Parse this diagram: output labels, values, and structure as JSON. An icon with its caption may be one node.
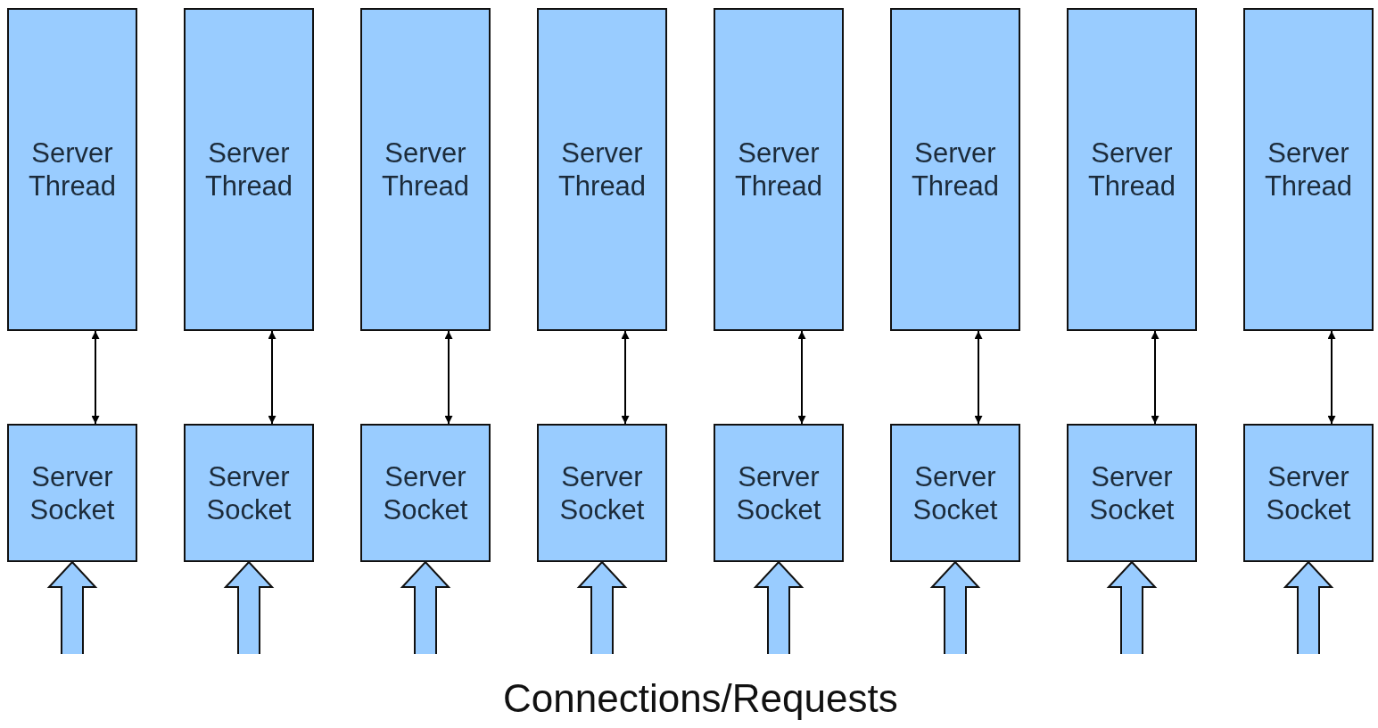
{
  "diagram": {
    "nodes": [
      {
        "text": [
          "Server Thread"
        ]
      },
      {
        "text": [
          "Server Thread"
        ]
      },
      {
        "text": [
          "Server Thread"
        ]
      },
      {
        "text": [
          "Server Thread"
        ]
      },
      {
        "text": [
          "Server Thread"
        ]
      },
      {
        "text": [
          "Server Thread"
        ]
      },
      {
        "text": [
          "Server Thread"
        ]
      },
      {
        "text": [
          "Server Thread"
        ]
      },
      {
        "text": [
          "Server Socket"
        ]
      },
      {
        "text": [
          "Server Socket"
        ]
      },
      {
        "text": [
          "Server Socket"
        ]
      },
      {
        "text": [
          "Server Socket"
        ]
      },
      {
        "text": [
          "Server Socket"
        ]
      },
      {
        "text": [
          "Server Socket"
        ]
      },
      {
        "text": [
          "Server Socket"
        ]
      },
      {
        "text": [
          "Server Socket"
        ]
      }
    ],
    "edges": [
      {
        "from": 0,
        "to": 8,
        "arrow": "both"
      },
      {
        "from": 1,
        "to": 9,
        "arrow": "both"
      },
      {
        "from": 2,
        "to": 10,
        "arrow": "both"
      },
      {
        "from": 3,
        "to": 11,
        "arrow": "both"
      },
      {
        "from": 4,
        "to": 12,
        "arrow": "both"
      },
      {
        "from": 5,
        "to": 13,
        "arrow": "both"
      },
      {
        "from": 6,
        "to": 14,
        "arrow": "both"
      },
      {
        "from": 7,
        "to": 15,
        "arrow": "both"
      },
      {
        "from": null,
        "to": 8,
        "arrow": "to",
        "style": "thick"
      },
      {
        "from": null,
        "to": 9,
        "arrow": "to",
        "style": "thick"
      },
      {
        "from": null,
        "to": 10,
        "arrow": "to",
        "style": "thick"
      },
      {
        "from": null,
        "to": 11,
        "arrow": "to",
        "style": "thick"
      },
      {
        "from": null,
        "to": 12,
        "arrow": "to",
        "style": "thick"
      },
      {
        "from": null,
        "to": 13,
        "arrow": "to",
        "style": "thick"
      },
      {
        "from": null,
        "to": 14,
        "arrow": "to",
        "style": "thick"
      },
      {
        "from": null,
        "to": 15,
        "arrow": "to",
        "style": "thick"
      }
    ],
    "labels": [
      "Connections/Requests"
    ]
  }
}
